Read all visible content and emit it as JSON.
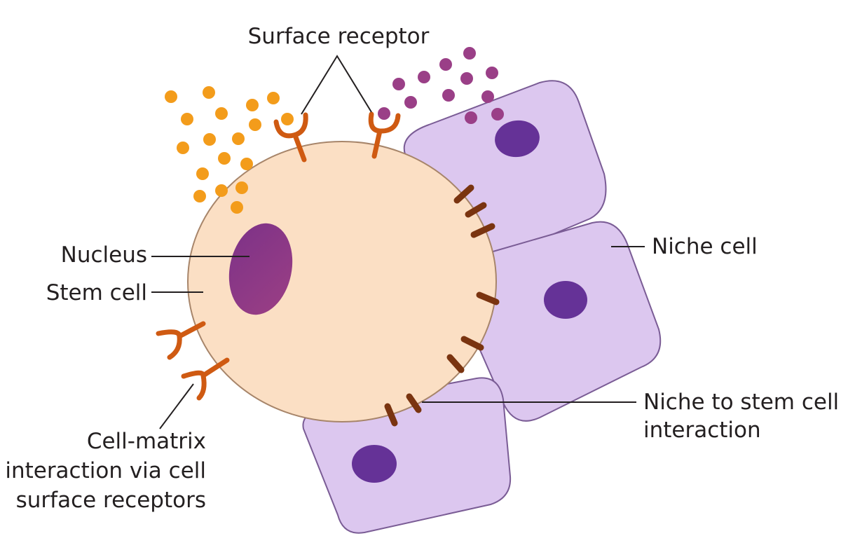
{
  "labels": {
    "surface_receptor": "Surface receptor",
    "nucleus": "Nucleus",
    "stem_cell": "Stem cell",
    "niche_cell": "Niche cell",
    "niche_interaction_line1": "Niche to stem cell",
    "niche_interaction_line2": "interaction",
    "cell_matrix_line1": "Cell-matrix",
    "cell_matrix_line2": "interaction via cell",
    "cell_matrix_line3": "surface receptors"
  },
  "colors": {
    "stem_cell_fill": "#fbdfc4",
    "stem_nucleus": "#8e3a84",
    "niche_cell_fill": "#dcc7ef",
    "niche_nucleus": "#653297",
    "receptor": "#cf5a12",
    "junction": "#7a3410",
    "ligand_orange": "#f39c1b",
    "ligand_purple": "#9a3f87"
  }
}
